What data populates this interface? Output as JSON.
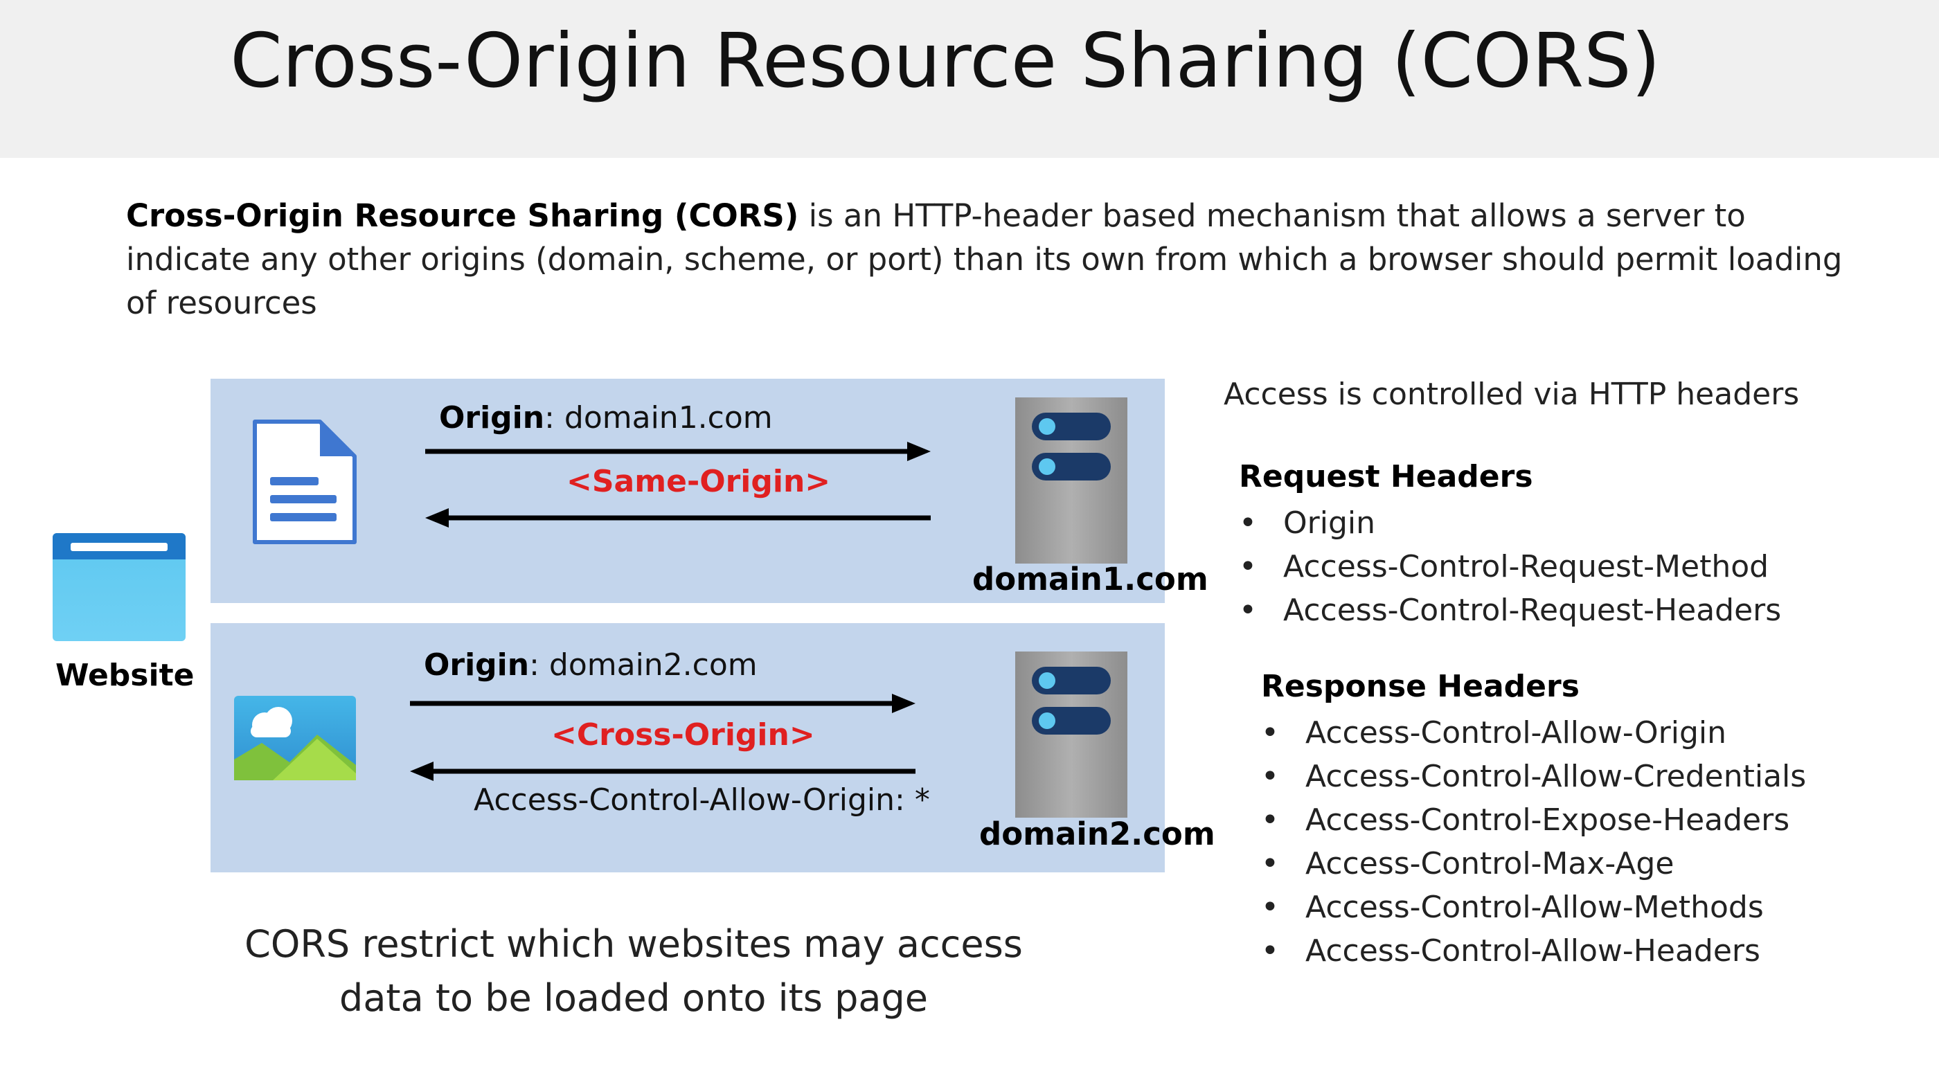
{
  "title": "Cross-Origin Resource Sharing (CORS)",
  "intro": {
    "bold": "Cross-Origin Resource Sharing (CORS)",
    "rest": " is an HTTP-header based mechanism that allows a server to indicate any other origins (domain, scheme, or port) than its own from which a browser should permit loading of resources"
  },
  "website": {
    "label": "Website",
    "icon": "browser-window-icon"
  },
  "same_origin": {
    "origin_key": "Origin",
    "origin_value": ": domain1.com",
    "tag": "<Same-Origin>",
    "server_label": "domain1.com",
    "resource_icon": "document-icon",
    "server_icon": "server-icon"
  },
  "cross_origin": {
    "origin_key": "Origin",
    "origin_value": ": domain2.com",
    "tag": "<Cross-Origin>",
    "response_header": "Access-Control-Allow-Origin: *",
    "server_label": "domain2.com",
    "resource_icon": "image-icon",
    "server_icon": "server-icon"
  },
  "headers": {
    "intro": "Access is controlled via HTTP headers",
    "request_title": "Request Headers",
    "request": [
      "Origin",
      "Access-Control-Request-Method",
      "Access-Control-Request-Headers"
    ],
    "response_title": "Response Headers",
    "response": [
      "Access-Control-Allow-Origin",
      "Access-Control-Allow-Credentials",
      "Access-Control-Expose-Headers",
      "Access-Control-Max-Age",
      "Access-Control-Allow-Methods",
      "Access-Control-Allow-Headers"
    ]
  },
  "caption": {
    "line1": "CORS restrict which websites may access",
    "line2": "data to be loaded onto its page"
  },
  "colors": {
    "panel": "#c3d5ec",
    "tag_red": "#e02020",
    "server_body": "#a3a3a3",
    "server_slot": "#1b3a68",
    "website_blue": "#4bb4e6",
    "document_blue": "#3f77d0"
  }
}
